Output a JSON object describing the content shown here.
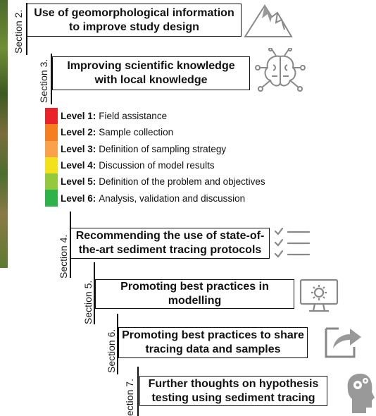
{
  "sections": [
    {
      "label": "Section 2.",
      "title": "Use of geomorphological  information\nto improve study design",
      "icon": "mountain-icon"
    },
    {
      "label": "Section 3.",
      "title": "Improving scientific knowledge\nwith local knowledge",
      "icon": "brain-circuit-icon"
    },
    {
      "label": "Section 4.",
      "title": "Recommending the use of state-of-\nthe-art sediment tracing protocols",
      "icon": "checklist-icon"
    },
    {
      "label": "Section 5.",
      "title": "Promoting best practices in\nmodelling",
      "icon": "monitor-gear-icon"
    },
    {
      "label": "Section 6.",
      "title": "Promoting best practices to share\ntracing data and samples",
      "icon": "share-icon"
    },
    {
      "label": "ection 7.",
      "title": "Further thoughts on hypothesis\ntesting using sediment tracing",
      "icon": "head-gears-icon"
    }
  ],
  "levels": [
    {
      "level": "Level 1:",
      "text": "Field assistance",
      "color": "#e8232a"
    },
    {
      "level": "Level 2:",
      "text": "Sample collection",
      "color": "#f57f20"
    },
    {
      "level": "Level 3:",
      "text": "Definition of sampling strategy",
      "color": "#f9a24a"
    },
    {
      "level": "Level 4:",
      "text": "Discussion of model results",
      "color": "#f3e21b"
    },
    {
      "level": "Level 5:",
      "text": "Definition of the problem and objectives",
      "color": "#95c93d"
    },
    {
      "level": "Level 6:",
      "text": "Analysis, validation and discussion",
      "color": "#2db34a"
    }
  ]
}
